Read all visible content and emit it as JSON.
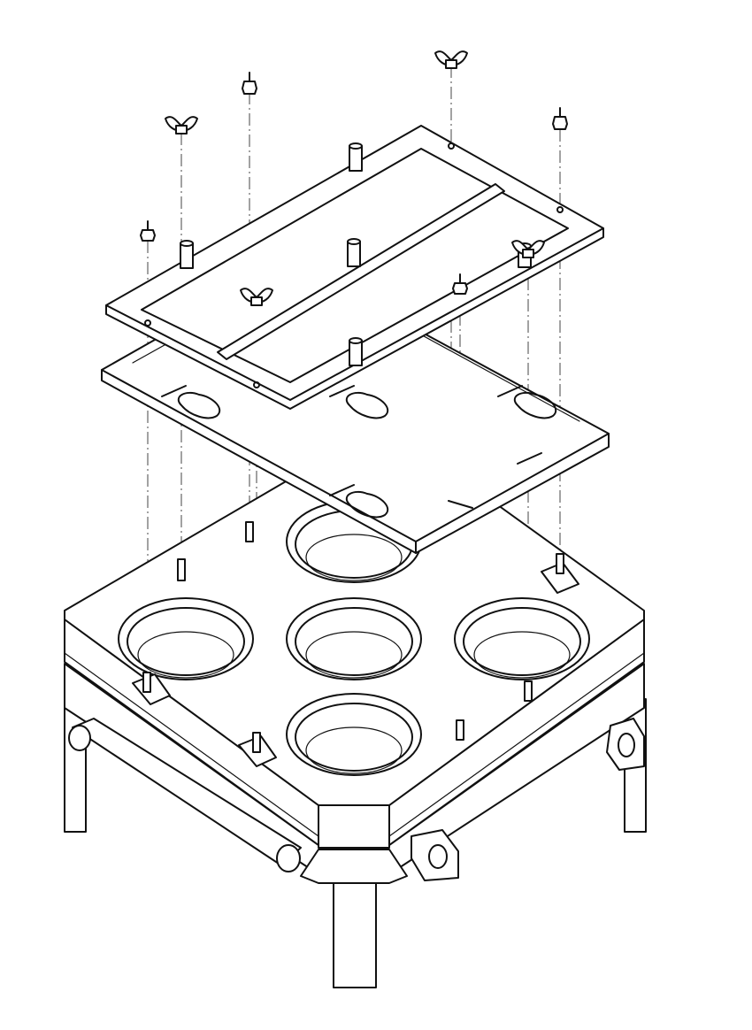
{
  "figure": {
    "kind": "isometric exploded assembly line drawing",
    "components": [
      "wing-nut",
      "hex-nut",
      "top-frame",
      "spacer-post",
      "keyhole-plate",
      "base-plate",
      "circular-opening",
      "threaded-stud",
      "mounting-clip",
      "support-leg",
      "side-pipe",
      "mounting-lug"
    ],
    "counts": {
      "wing_nuts": 4,
      "hex_nuts": 4,
      "spacer_posts": 5,
      "circular_openings": 5,
      "keyhole_slots": 6,
      "support_legs": 3,
      "mounting_clips": 3,
      "mounting_lugs": 2
    },
    "stroke_color": "#111111",
    "background_color": "#ffffff"
  }
}
